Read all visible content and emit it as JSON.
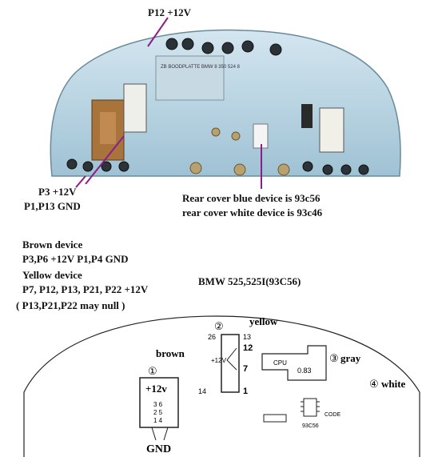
{
  "photo": {
    "label_text": "ZB BOODPLATTE BMW 8 350 524 8"
  },
  "annotations": {
    "p12": "P12 +12V",
    "p3": "P3 +12V",
    "p1p13": "P1,P13 GND",
    "rear_blue": "Rear cover blue  device is 93c56",
    "rear_white": "rear  cover white device is 93c46"
  },
  "notes": {
    "brown_title": "Brown device",
    "brown_line": "P3,P6 +12V    P1,P4 GND",
    "yellow_title": "Yellow device",
    "yellow_line": "P7, P12, P13, P21, P22 +12V",
    "yellow_note": "( P13,P21,P22 may null )"
  },
  "model": "BMW 525,525I(93C56)",
  "diagram": {
    "brown": {
      "num": "①",
      "label": "brown",
      "v": "+12v",
      "pins": [
        "3 6",
        "2 5",
        "1 4"
      ],
      "gnd": "GND"
    },
    "yellow": {
      "num": "②",
      "label": "yellow",
      "v": "+12V",
      "p26": "26",
      "p13": "13",
      "p12": "12",
      "p7": "7",
      "p14": "14",
      "p1": "1"
    },
    "gray": {
      "num": "③",
      "label": "gray",
      "cpu": "CPU",
      "val": "0.83"
    },
    "white": {
      "num": "④",
      "label": "white"
    },
    "chip": {
      "label": "93C56",
      "code": "CODE"
    }
  },
  "colors": {
    "board": "#bcd8e6",
    "leader": "#8a1f8a"
  }
}
